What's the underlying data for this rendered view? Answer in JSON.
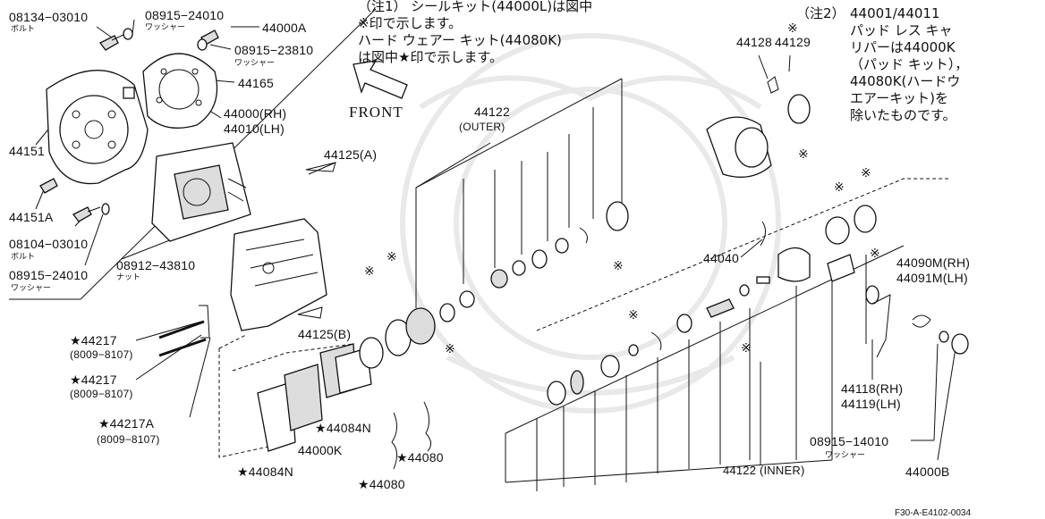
{
  "diagram": {
    "note1": "（注1） シールキット(44000L)は図中\n※印で示します。\nハード ウェアー キット(44080K)\nは図中★印で示します。",
    "note2_prefix": "（注2）",
    "note2": "44001/44011\nパッド レス キャ\nリパーは44000K\n（パッド キット），\n44080K(ハードウ\nエアーキット)を\n除いたものです。",
    "front": "FRONT",
    "code": "F30-A-E4102-0034",
    "marker": "※",
    "labels": {
      "p08134": "08134−03010",
      "p08134_sub": "ボルト",
      "p08915a": "08915−24010",
      "p08915a_sub": "ワッシャー",
      "p44000A": "44000A",
      "p08915b": "08915−23810",
      "p08915b_sub": "ワッシャー",
      "p44165": "44165",
      "p44000rh": "44000(RH)",
      "p44010lh": "44010(LH)",
      "p44151": "44151",
      "p44151A": "44151A",
      "p08104": "08104−03010",
      "p08104_sub": "ボルト",
      "p08915c": "08915−24010",
      "p08915c_sub": "ワッシャー",
      "p08912": "08912−43810",
      "p08912_sub": "ナット",
      "p44125A": "44125(A)",
      "p44125B": "44125(B)",
      "p44122o": "44122",
      "p44122o_sub": "(OUTER)",
      "p44128": "44128",
      "p44129": "44129",
      "p44040": "44040",
      "p44090m": "44090M(RH)",
      "p44091m": "44091M(LH)",
      "p44217a": "★44217",
      "p44217a_r": "(8009−8107)",
      "p44217b": "★44217",
      "p44217b_r": "(8009−8107)",
      "p44217A": "★44217A",
      "p44217A_r": "(8009−8107)",
      "p44084n1": "★44084N",
      "p44000k": "44000K",
      "p44084n2": "★44084N",
      "p44080a": "★44080",
      "p44080b": "★44080",
      "p44122i": "44122 (INNER)",
      "p44118": "44118(RH)",
      "p44119": "44119(LH)",
      "p08915d": "08915−14010",
      "p08915d_sub": "ワッシャー",
      "p44000B": "44000B"
    }
  }
}
